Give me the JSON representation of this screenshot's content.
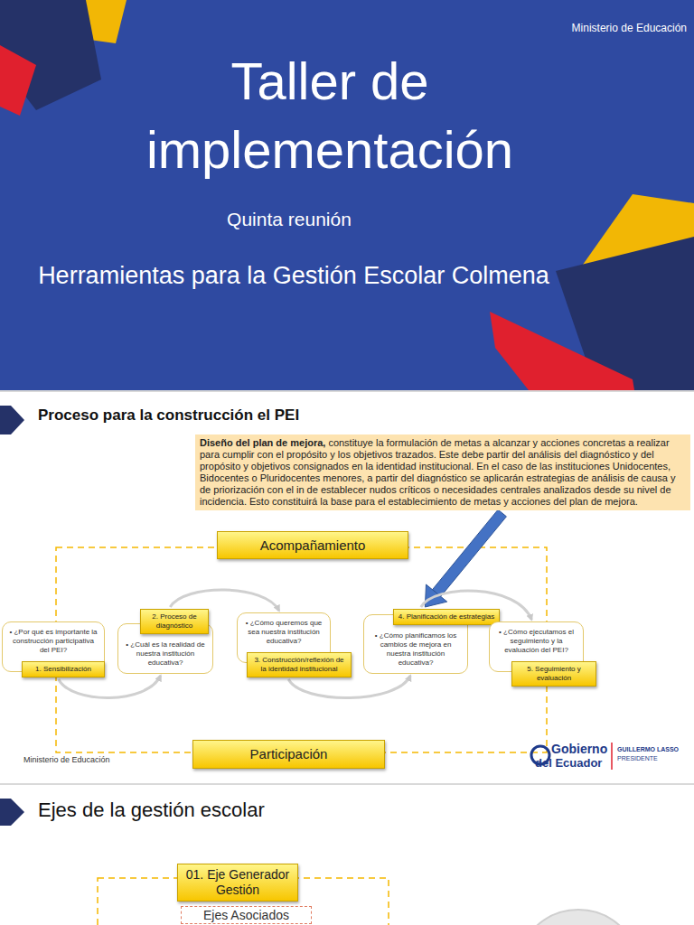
{
  "diagram": {
    "nodes": [
      {
        "text": [
          "Diseño del plan de mejora,",
          "constituye la formulación de metas a alcanzar y acciones concretas a realizar para cumplir con el propósito y los objetivos trazados. Este debe partir del análisis del diagnóstico y del propósito y objetivos consignados en la identidad institucional. En el caso de las instituciones Unidocentes, Bidocentes o Pluridocentes menores, a partir del diagnóstico se aplicarán estrategias de análisis de causa y de priorización con el in de establecer nudos críticos o necesidades centrales analizados desde su nivel de incidencia. Esto constituirá la base para el establecimiento de metas y acciones del plan de mejora."
        ]
      },
      {
        "text": [
          "Acompañamiento"
        ]
      },
      {
        "text": [
          "Participación"
        ]
      },
      {
        "text": [
          "• ¿Por qué es importante la construcción participativa del PEI?"
        ]
      },
      {
        "text": [
          "1. Sensibilización"
        ]
      },
      {
        "text": [
          "• ¿Cuál es la realidad de nuestra institución educativa?"
        ]
      },
      {
        "text": [
          "2. Proceso de diagnóstico"
        ]
      },
      {
        "text": [
          "• ¿Cómo queremos que sea nuestra institución educativa?"
        ]
      },
      {
        "text": [
          "3. Construcción/reflexión de la identidad institucional"
        ]
      },
      {
        "text": [
          "• ¿Cómo planificamos los cambios de mejora en nuestra institución educativa?"
        ]
      },
      {
        "text": [
          "4. Planificación de estrategias"
        ]
      },
      {
        "text": [
          "• ¿Cómo ejecutamos el seguimiento y la evaluación del PEI?"
        ]
      },
      {
        "text": [
          "5. Seguimiento y evaluación"
        ]
      },
      {
        "text": [
          "01. Eje Generador Gestión"
        ]
      },
      {
        "text": [
          "Ejes Asociados"
        ]
      }
    ],
    "edges": [
      {
        "from": 0,
        "to": 10,
        "arrow": "to"
      },
      {
        "from": 3,
        "to": 5,
        "arrow": "to"
      },
      {
        "from": 5,
        "to": 7,
        "arrow": "to"
      },
      {
        "from": 7,
        "to": 9,
        "arrow": "to"
      },
      {
        "from": 9,
        "to": 11,
        "arrow": "to"
      }
    ],
    "labels": [
      "Ministerio de Educación",
      "Taller de implementación",
      "Quinta reunión",
      "Herramientas para la Gestión Escolar Colmena",
      "Proceso para la construcción el PEI",
      "Ministerio de Educación",
      "Gobierno",
      "del Ecuador",
      "GUILLERMO LASSO",
      "PRESIDENTE",
      "Ejes de la gestión escolar"
    ]
  }
}
